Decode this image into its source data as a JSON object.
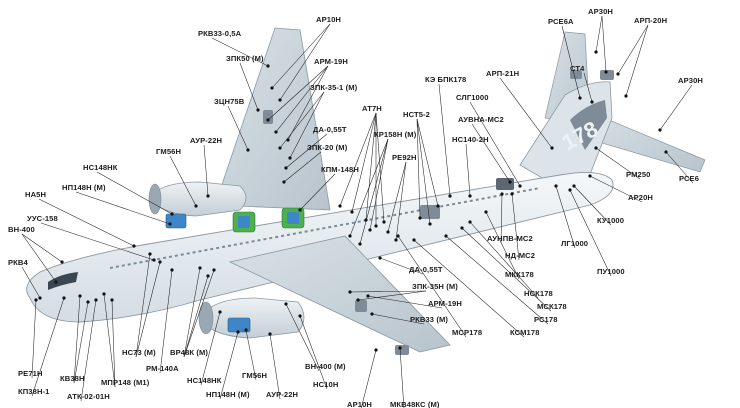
{
  "diagram": {
    "colors": {
      "fuselage": "#e9eef2",
      "wing": "#c9d4dc",
      "outline": "#8a98a3",
      "leader": "#222222",
      "dot": "#111111",
      "label": "#1b1b1b",
      "equipment_green": "#4caf50",
      "equipment_blue": "#3e86c7",
      "livery_grey": "#6f7d89"
    },
    "tail_livery_text": "178",
    "labels": [
      {
        "id": "pkv33-0-5a",
        "text": "РКВ33-0,5А"
      },
      {
        "id": "ar10n-top",
        "text": "АР10Н"
      },
      {
        "id": "zpk50",
        "text": "ЗПК50 (М)"
      },
      {
        "id": "arm19n-top",
        "text": "АРМ-19Н"
      },
      {
        "id": "zpk35-1",
        "text": "ЗПК-35-1 (М)"
      },
      {
        "id": "zcn75v",
        "text": "ЗЦН75В"
      },
      {
        "id": "aur22n-top",
        "text": "АУР-22Н"
      },
      {
        "id": "da055-top",
        "text": "ДА-0,55Т"
      },
      {
        "id": "zpk20",
        "text": "ЗПК-20 (М)"
      },
      {
        "id": "at7n",
        "text": "АТ7Н"
      },
      {
        "id": "kr158n",
        "text": "КР158Н (М)"
      },
      {
        "id": "gm56n-top",
        "text": "ГМ56Н"
      },
      {
        "id": "nc148nk-top",
        "text": "НС148НК"
      },
      {
        "id": "kpm148n",
        "text": "КПМ-148Н"
      },
      {
        "id": "re92n",
        "text": "РЕ92Н"
      },
      {
        "id": "np148n-top",
        "text": "НП148Н (М)"
      },
      {
        "id": "na5n",
        "text": "НА5Н"
      },
      {
        "id": "uus158",
        "text": "УУС-158"
      },
      {
        "id": "vn400-left",
        "text": "ВН-400"
      },
      {
        "id": "rkv4",
        "text": "РКВ4"
      },
      {
        "id": "ke-bpk178",
        "text": "КЭ БПК178"
      },
      {
        "id": "nst5-2",
        "text": "НСТ5-2"
      },
      {
        "id": "arp21n",
        "text": "АРП-21Н"
      },
      {
        "id": "slg1000",
        "text": "СЛГ1000"
      },
      {
        "id": "auvna-ms2",
        "text": "АУВНА-МС2"
      },
      {
        "id": "ns140-2n",
        "text": "НС140-2Н"
      },
      {
        "id": "rse6a",
        "text": "РСЕ6А"
      },
      {
        "id": "ar30n-top",
        "text": "АР30Н"
      },
      {
        "id": "arp20n",
        "text": "АРП-20Н"
      },
      {
        "id": "st4",
        "text": "СТ4"
      },
      {
        "id": "ar30n-right",
        "text": "АР30Н"
      },
      {
        "id": "rm250",
        "text": "РМ250"
      },
      {
        "id": "rse6",
        "text": "РСЕ6"
      },
      {
        "id": "ar20n",
        "text": "АР20Н"
      },
      {
        "id": "ku1000",
        "text": "КУ1000"
      },
      {
        "id": "lg1000",
        "text": "ЛГ1000"
      },
      {
        "id": "pu1000",
        "text": "ПУ1000"
      },
      {
        "id": "aunpv-ms2",
        "text": "АУНПВ-МС2"
      },
      {
        "id": "nd-ms2",
        "text": "НД-МС2"
      },
      {
        "id": "mkk178",
        "text": "МКК178"
      },
      {
        "id": "nsk178",
        "text": "НСК178"
      },
      {
        "id": "msk178",
        "text": "МСК178"
      },
      {
        "id": "rs178",
        "text": "РС178"
      },
      {
        "id": "da055-bottom",
        "text": "ДА-0,55Т"
      },
      {
        "id": "zpk35n",
        "text": "ЗПК-35Н (М)"
      },
      {
        "id": "arm19n-bottom",
        "text": "АРМ-19Н"
      },
      {
        "id": "rkv33",
        "text": "РКВ33 (М)"
      },
      {
        "id": "msr178",
        "text": "МСР178"
      },
      {
        "id": "ksm178",
        "text": "КСМ178"
      },
      {
        "id": "ns73",
        "text": "НС73 (М)"
      },
      {
        "id": "rm140a",
        "text": "РМ-140А"
      },
      {
        "id": "vr48k",
        "text": "ВР48К (М)"
      },
      {
        "id": "ns148nk-bottom",
        "text": "НС148НК"
      },
      {
        "id": "mpr148",
        "text": "МПР148 (М1)"
      },
      {
        "id": "kv38n",
        "text": "КВ38Н"
      },
      {
        "id": "re71n",
        "text": "РЕ71Н"
      },
      {
        "id": "kp38n1",
        "text": "КП38Н-1"
      },
      {
        "id": "atk02",
        "text": "АТК-02-01Н"
      },
      {
        "id": "gm56n-bottom",
        "text": "ГМ56Н"
      },
      {
        "id": "np148n-bottom",
        "text": "НП148Н (М)"
      },
      {
        "id": "aur22n-bottom",
        "text": "АУР-22Н"
      },
      {
        "id": "vn400-bottom",
        "text": "ВН-400 (М)"
      },
      {
        "id": "ns10n",
        "text": "НС10Н"
      },
      {
        "id": "ar10n-bottom",
        "text": "АР10Н"
      },
      {
        "id": "mkv48ks",
        "text": "МКВ48КС (М)"
      }
    ]
  }
}
